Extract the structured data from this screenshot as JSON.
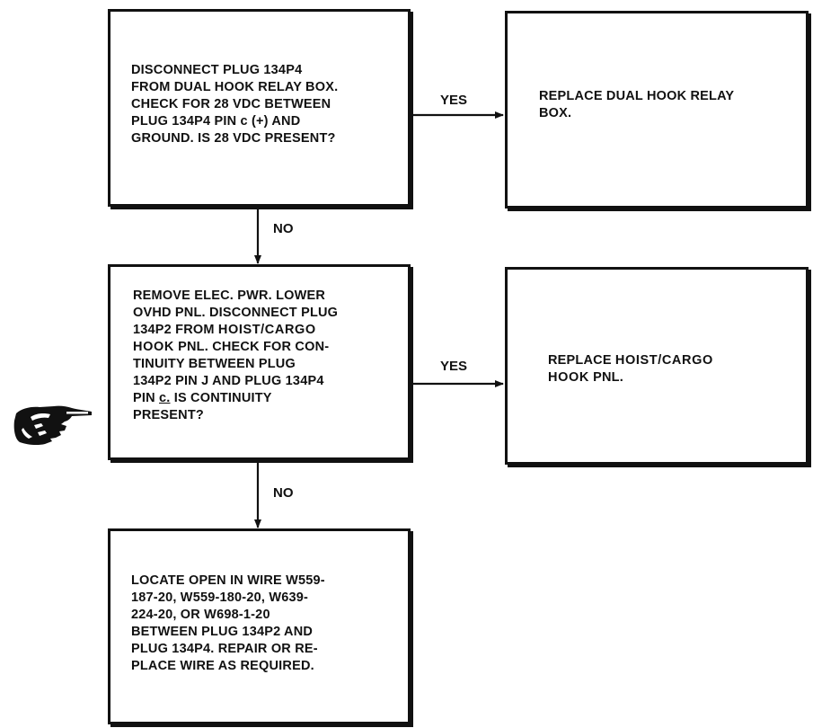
{
  "boxes": {
    "b1": {
      "text": "DISCONNECT PLUG 134P4\nFROM DUAL HOOK RELAY BOX.\nCHECK FOR 28 VDC BETWEEN\nPLUG 134P4 PIN c (+) AND\nGROUND. IS 28 VDC PRESENT?"
    },
    "b2": {
      "text": "REPLACE DUAL HOOK RELAY\nBOX."
    },
    "b3": {
      "line1": "REMOVE ELEC. PWR. LOWER",
      "line2": "OVHD PNL. DISCONNECT PLUG",
      "line3a": "134P2 FROM ",
      "line3b": "HOIST/CARGO",
      "line4a": "HOOK",
      "line4b": " PNL. CHECK FOR CON-",
      "line5": "TINUITY BETWEEN PLUG",
      "line6": "134P2 PIN J AND PLUG 134P4",
      "line7a": "PIN ",
      "line7b": "c.",
      "line7c": " IS CONTINUITY",
      "line8": "PRESENT?"
    },
    "b4": {
      "line1a": "REPLACE ",
      "line1b": "HOIST/CARGO",
      "line2a": "HOOK",
      "line2b": " PNL."
    },
    "b5": {
      "text": "LOCATE  OPEN IN WIRE W559-\n187-20, W559-180-20, W639-\n224-20, OR W698-1-20\nBETWEEN PLUG 134P2 AND\nPLUG 134P4. REPAIR OR RE-\nPLACE WIRE AS REQUIRED."
    }
  },
  "labels": {
    "yes1": "YES",
    "no1": "NO",
    "yes2": "YES",
    "no2": "NO"
  },
  "icons": {
    "pointer": "pointing-hand-icon"
  }
}
